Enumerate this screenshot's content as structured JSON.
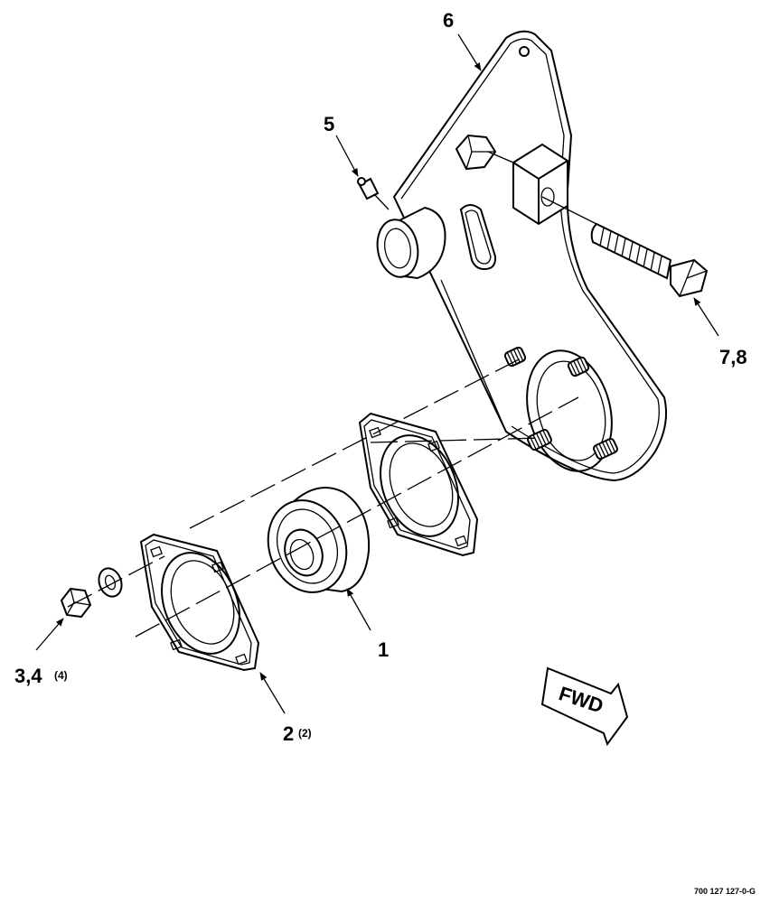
{
  "drawing_number": "700 127 127-0-G",
  "direction_arrow_label": "FWD",
  "callouts": {
    "bearing": "1",
    "flange": "2",
    "flange_qty": "(2)",
    "nut_washer": "3,4",
    "nut_washer_qty": "(4)",
    "grease_fitting": "5",
    "mounting_plate": "6",
    "bolt_nut": "7,8"
  },
  "colors": {
    "ink": "#000000",
    "paper": "#ffffff"
  }
}
